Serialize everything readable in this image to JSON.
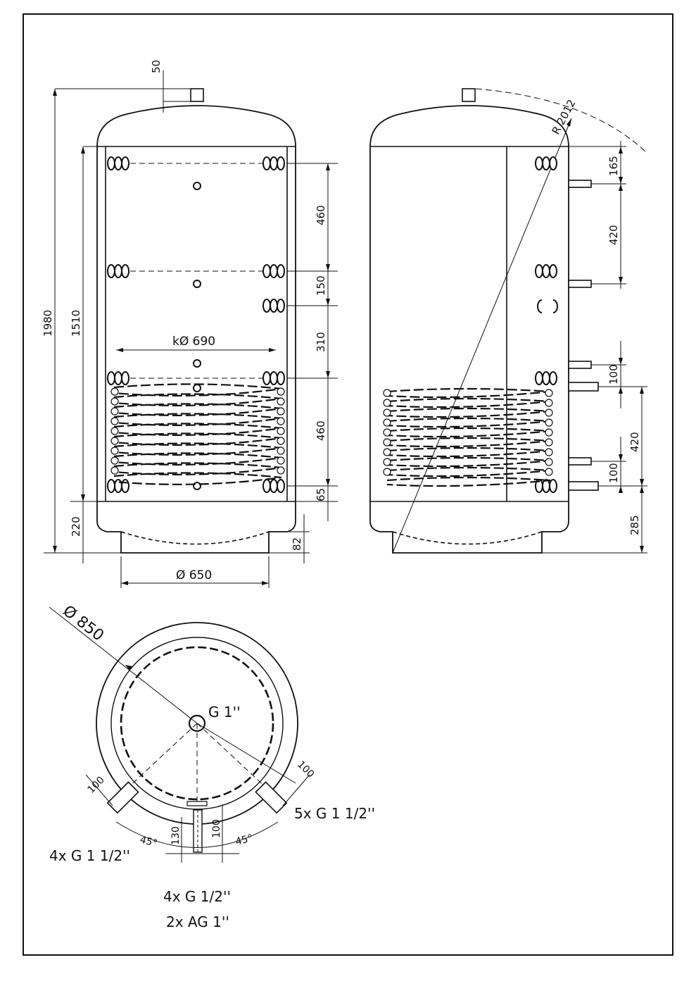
{
  "front_view": {
    "dims": {
      "socket_50": "50",
      "total_1980": "1980",
      "upper_1510": "1510",
      "bottom_220": "220",
      "pitch_460_top": "460",
      "pitch_150": "150",
      "pitch_310": "310",
      "pitch_460_bottom": "460",
      "pitch_65": "65",
      "base_82": "82",
      "inner_dia": "kØ 690",
      "base_dia": "Ø 650"
    }
  },
  "side_view": {
    "dims": {
      "radius": "R 2012",
      "d165": "165",
      "d420_top": "420",
      "d100_upper": "100",
      "d420_bottom": "420",
      "d100_lower": "100",
      "d285": "285"
    }
  },
  "top_view": {
    "dims": {
      "outer_dia": "Ø 850",
      "center_conn": "G 1''",
      "d100_left": "100",
      "d100_right": "100",
      "d130": "130",
      "d100_bottom": "100",
      "angle_left": "45°",
      "angle_right": "45°"
    },
    "labels": {
      "right_ports": "5x G 1 1/2''",
      "left_ports": "4x G 1 1/2''",
      "bottom_ports_1": "4x G 1/2''",
      "bottom_ports_2": "2x AG 1''"
    }
  }
}
